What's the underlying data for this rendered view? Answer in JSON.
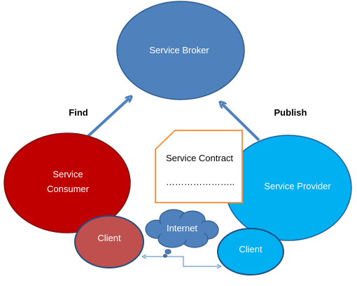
{
  "nodes": {
    "broker": {
      "label": "Service Broker"
    },
    "consumer": {
      "label_line1": "Service",
      "label_line2": "Consumer"
    },
    "provider": {
      "label": "Service Provider"
    },
    "consumer_client": {
      "label": "Client"
    },
    "provider_client": {
      "label": "Client"
    },
    "internet": {
      "label": "Internet"
    }
  },
  "contract": {
    "title": "Service Contract",
    "body": "………………….."
  },
  "edges": {
    "find": "Find",
    "publish": "Publish"
  },
  "colors": {
    "broker_fill": "#4f81bd",
    "broker_stroke": "#2f5a8f",
    "consumer_fill": "#c00000",
    "consumer_stroke": "#7a1010",
    "provider_fill": "#00b0f0",
    "provider_stroke": "#1f5f9f",
    "client_left_fill": "#c0504d",
    "client_right_fill": "#00b0f0",
    "cloud_fill": "#4f81bd",
    "contract_border": "#f79646",
    "arrow": "#4f81bd"
  }
}
